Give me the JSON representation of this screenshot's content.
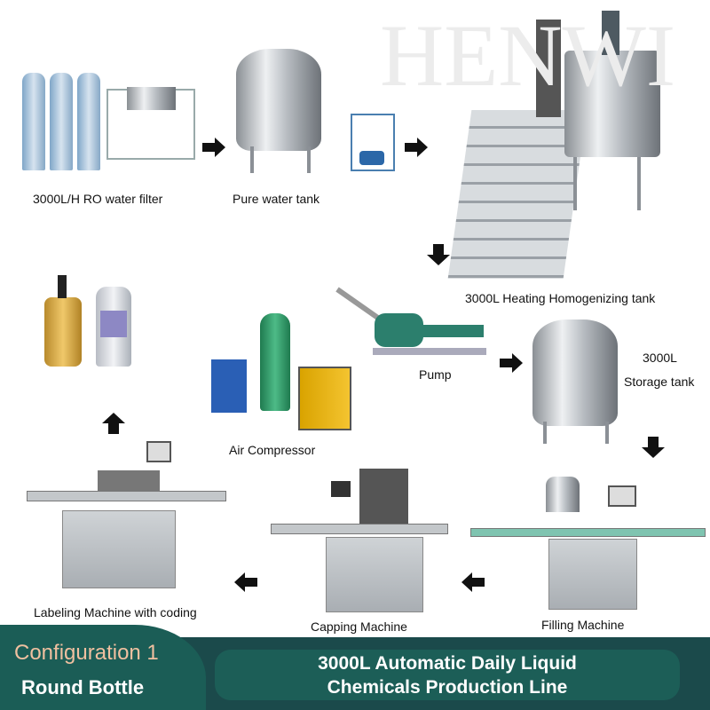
{
  "watermark": "HENWI",
  "steps": [
    {
      "label": "3000L/H RO water filter"
    },
    {
      "label": "Pure water tank"
    },
    {
      "label": "3000L Heating Homogenizing tank"
    },
    {
      "label": "Pump"
    },
    {
      "label": "3000L"
    },
    {
      "label": "Storage tank"
    },
    {
      "label": "Air Compressor"
    },
    {
      "label": "Filling Machine"
    },
    {
      "label": "Capping Machine"
    },
    {
      "label": "Labeling Machine with coding"
    }
  ],
  "footer": {
    "config": "Configuration 1",
    "bottle": "Round Bottle",
    "title_line1": "3000L Automatic Daily Liquid",
    "title_line2": "Chemicals Production Line"
  },
  "colors": {
    "banner": "#1b4a4b",
    "panel": "#1b5d56",
    "config_text": "#f0c0a0"
  }
}
